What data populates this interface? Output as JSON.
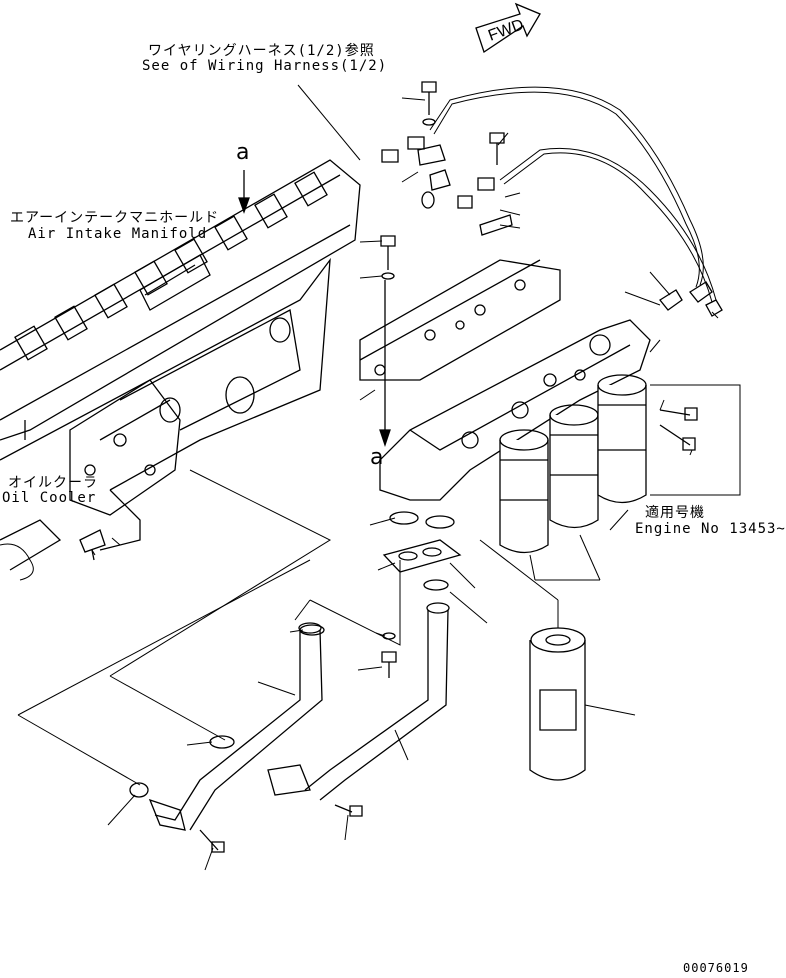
{
  "labels": {
    "fwd": "FWD",
    "wiring_jp": "ワイヤリングハーネス(1/2)参照",
    "wiring_en": "See of Wiring Harness(1/2)",
    "manifold_jp": "エアーインテークマニホールド",
    "manifold_en": "Air Intake Manifold",
    "oilcooler_jp": "オイルクーラ",
    "oilcooler_en": "Oil Cooler",
    "applicable_jp": "適用号機",
    "engine_no": "Engine No 13453~",
    "ref_a_top": "a",
    "ref_a_bottom": "a",
    "drawing_no": "00076019"
  }
}
